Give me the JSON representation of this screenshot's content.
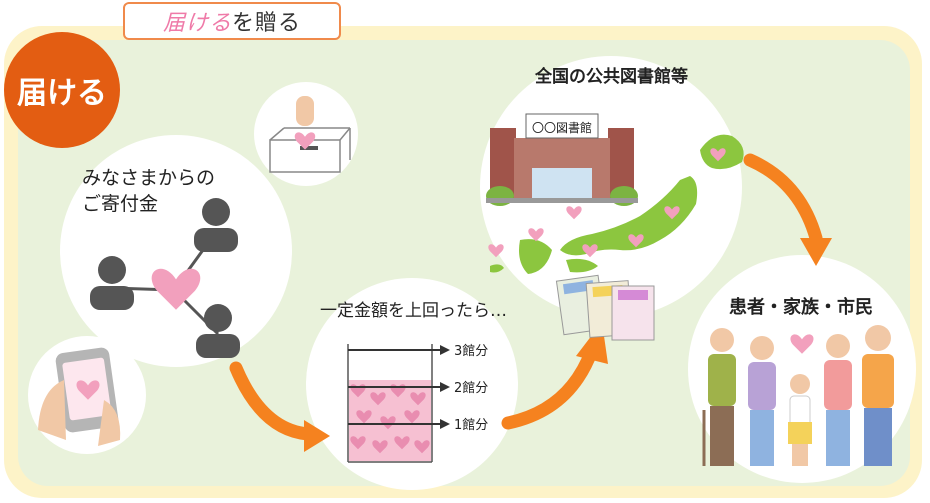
{
  "title": {
    "tab_prefix": "届ける",
    "tab_suffix": "を贈る"
  },
  "badge": "届ける",
  "donation": {
    "line1": "みなさまからの",
    "line2": "ご寄付金"
  },
  "threshold": {
    "caption": "一定金額を上回ったら…",
    "levels": [
      "3館分",
      "2館分",
      "1館分"
    ]
  },
  "libraries": {
    "title": "全国の公共図書館等",
    "sign": "〇〇図書館"
  },
  "recipients": {
    "title": "患者・家族・市民"
  },
  "colors": {
    "accent": "#e35d12",
    "arrow": "#f5821f",
    "heart": "#f2a0bd",
    "person": "#555555",
    "map": "#8cc63f"
  }
}
